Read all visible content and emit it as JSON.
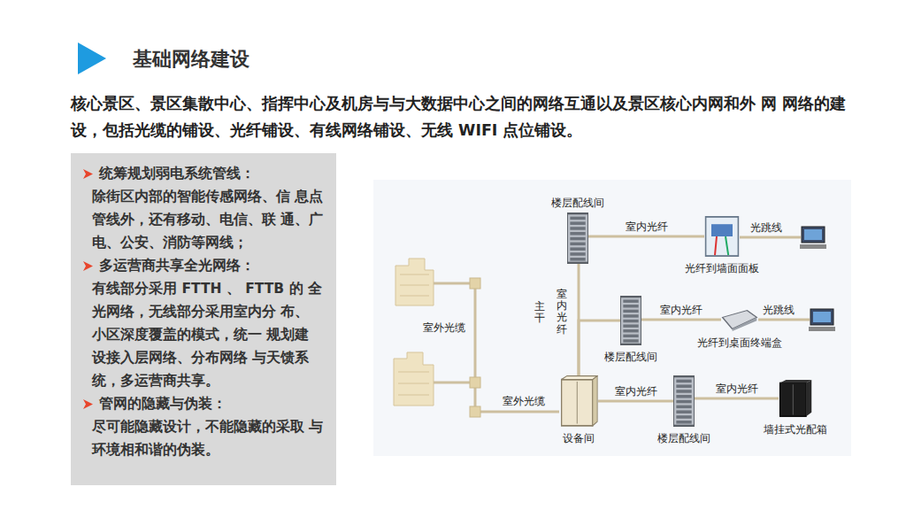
{
  "diagram": {
    "title": "基础网络建设",
    "nodes": [
      {
        "text": [
          "统筹规划弱电系统管线：",
          "除街区内部的智能传感网络、信 息点管线外，还有移动、电信、联 通、广电、公安、消防等网线；",
          "多运营商共享全光网络：",
          "有线部分采用 FTTH 、 FTTB 的 全 光网络，无线部分采用室内分 布、 小区深度覆盖的模式，统一 规划建 设接入层网络、分布网络 与天馈系 统，多运营商共享。",
          "管网的隐藏与伪装：",
          "尽可能隐藏设计，不能隐藏的采取 与环境相和谐的伪装。"
        ]
      },
      {
        "text": [
          "楼层配线间"
        ]
      },
      {
        "text": [
          "光纤到墙面面板"
        ]
      },
      {
        "text": [
          "楼层配线间"
        ]
      },
      {
        "text": [
          "光纤到桌面终端盒"
        ]
      },
      {
        "text": [
          "设备间"
        ]
      },
      {
        "text": [
          "楼层配线间"
        ]
      },
      {
        "text": [
          "墙挂式光配箱"
        ]
      }
    ],
    "edges": [
      {
        "from": 5,
        "to": 1,
        "arrow": "none"
      },
      {
        "from": 1,
        "to": 2,
        "label": "室内光纤",
        "arrow": "none"
      },
      {
        "from": 5,
        "to": 3,
        "arrow": "none"
      },
      {
        "from": 3,
        "to": 4,
        "label": "室内光纤",
        "arrow": "none"
      },
      {
        "from": 5,
        "to": 6,
        "label": "室内光纤",
        "arrow": "none"
      },
      {
        "from": 6,
        "to": 7,
        "label": "室内光纤",
        "arrow": "none"
      }
    ],
    "labels": [
      "核心景区、景区集散中心、指挥中心及机房与与大数据中心之间的网络互通以及景区核心内网和外 网 网络的建设，包括光缆的铺设、光纤铺设、有线网络铺设、无线 WIFI 点位铺设。",
      "光跳线",
      "光跳线",
      "主干",
      "室内光纤",
      "室外光缆",
      "室外光缆"
    ]
  }
}
